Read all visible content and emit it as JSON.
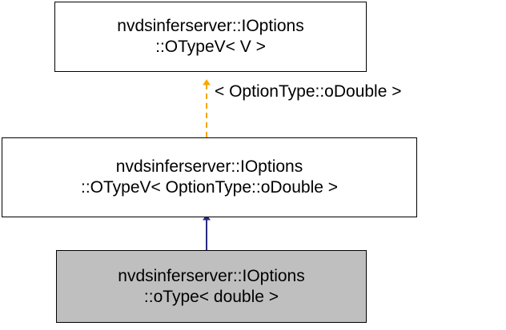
{
  "diagram": {
    "type": "class-inheritance-graph",
    "background": "#ffffff",
    "nodes": [
      {
        "id": "base",
        "line1": "nvdsinferserver::IOptions",
        "line2": "::OTypeV< V >",
        "fill": "#ffffff",
        "border": "#000000"
      },
      {
        "id": "middle",
        "line1": "nvdsinferserver::IOptions",
        "line2": "::OTypeV< OptionType::oDouble >",
        "fill": "#ffffff",
        "border": "#000000"
      },
      {
        "id": "derived",
        "line1": "nvdsinferserver::IOptions",
        "line2": "::oType< double >",
        "fill": "#bfbfbf",
        "border": "#000000"
      }
    ],
    "edges": [
      {
        "id": "template-instantiation",
        "from": "middle",
        "to": "base",
        "style": "dashed",
        "color": "#f5a800",
        "label": "< OptionType::oDouble >"
      },
      {
        "id": "inheritance",
        "from": "derived",
        "to": "middle",
        "style": "solid",
        "color": "#2a2a80",
        "label": ""
      }
    ]
  }
}
